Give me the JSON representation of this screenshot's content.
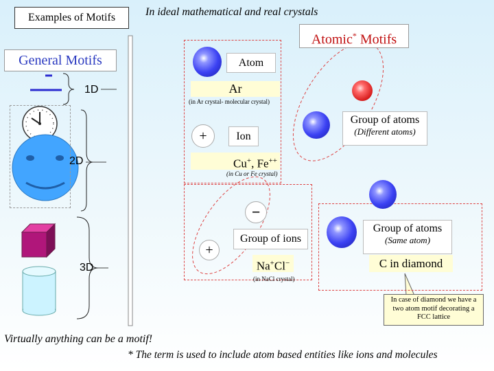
{
  "header": {
    "examples_title": "Examples of Motifs",
    "subtitle": "In ideal mathematical and real crystals",
    "atomic_title": "Atomic",
    "atomic_star": "*",
    "atomic_title_end": " Motifs"
  },
  "left": {
    "general_title": "General Motifs",
    "label_1d": "1D",
    "label_2d": "2D",
    "label_3d": "3D"
  },
  "atom": {
    "label": "Atom",
    "example": "Ar",
    "note": "(in Ar crystal- molecular crystal)"
  },
  "ion": {
    "plus": "+",
    "label": "Ion",
    "example_cu": "Cu",
    "example_cu_sup": "+",
    "example_sep": ", Fe",
    "example_fe_sup": "++",
    "note": "(in Cu or Fe crystal)"
  },
  "group_diff": {
    "label": "Group of atoms",
    "sublabel": "(Different atoms)"
  },
  "group_ions": {
    "minus": "−",
    "plus": "+",
    "label": "Group of ions",
    "example_na": "Na",
    "example_na_sup": "+",
    "example_cl": "Cl",
    "example_cl_sup": "−",
    "note": "(in NaCl crystal)"
  },
  "group_same": {
    "label": "Group of atoms",
    "sublabel": "(Same atom)",
    "example": "C in diamond"
  },
  "callout": {
    "text": "In case of diamond we have a two atom motif decorating a FCC lattice"
  },
  "footer": {
    "line1": "Virtually anything can be a motif!",
    "line2": "* The term is used to include atom based entities like ions and molecules"
  }
}
